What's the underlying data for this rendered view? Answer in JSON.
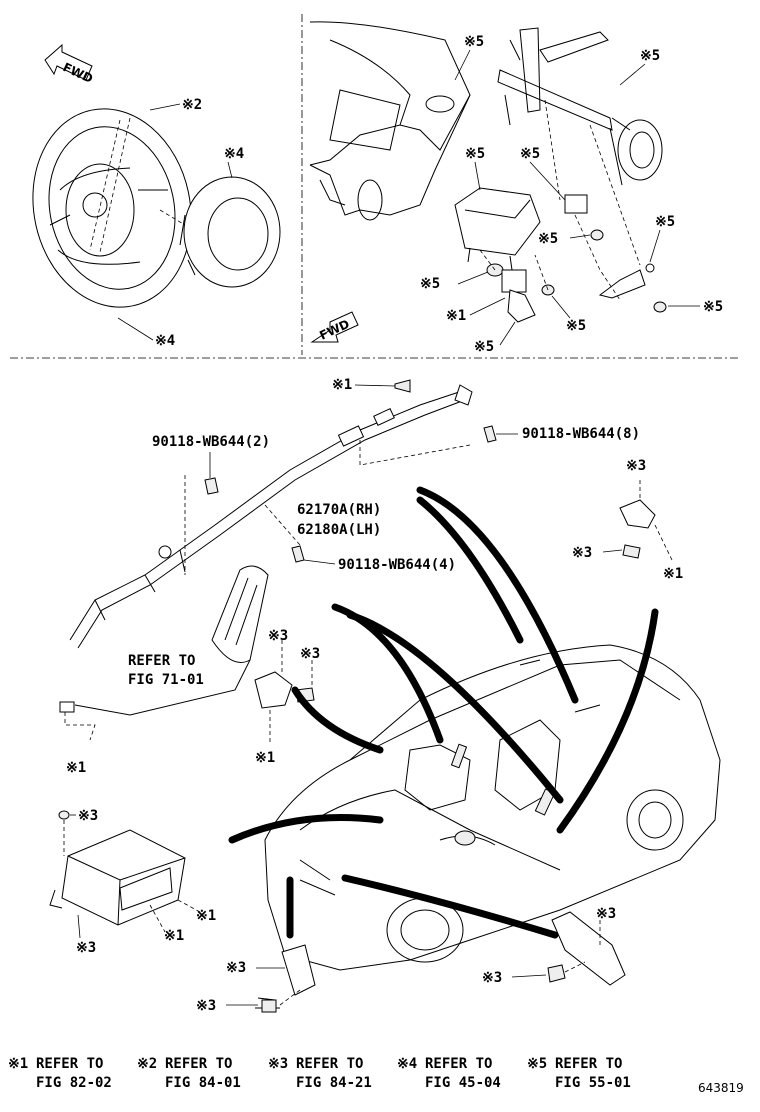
{
  "fwd_label": "FWD",
  "callouts": {
    "n1": "※1",
    "n2": "※2",
    "n3": "※3",
    "n4": "※4",
    "n5": "※5"
  },
  "part_numbers": {
    "bolt_2": "90118-WB644(2)",
    "bolt_8": "90118-WB644(8)",
    "bolt_4": "90118-WB644(4)",
    "airbag_rh": "62170A(RH)",
    "airbag_lh": "62180A(LH)"
  },
  "refer_note": {
    "line1": "REFER TO",
    "line2": "FIG 71-01"
  },
  "legend": [
    {
      "mark": "※1",
      "refer": "REFER TO",
      "fig": "FIG 82-02"
    },
    {
      "mark": "※2",
      "refer": "REFER TO",
      "fig": "FIG 84-01"
    },
    {
      "mark": "※3",
      "refer": "REFER TO",
      "fig": "FIG 84-21"
    },
    {
      "mark": "※4",
      "refer": "REFER TO",
      "fig": "FIG 45-04"
    },
    {
      "mark": "※5",
      "refer": "REFER TO",
      "fig": "FIG 55-01"
    }
  ],
  "figure_id": "643819"
}
